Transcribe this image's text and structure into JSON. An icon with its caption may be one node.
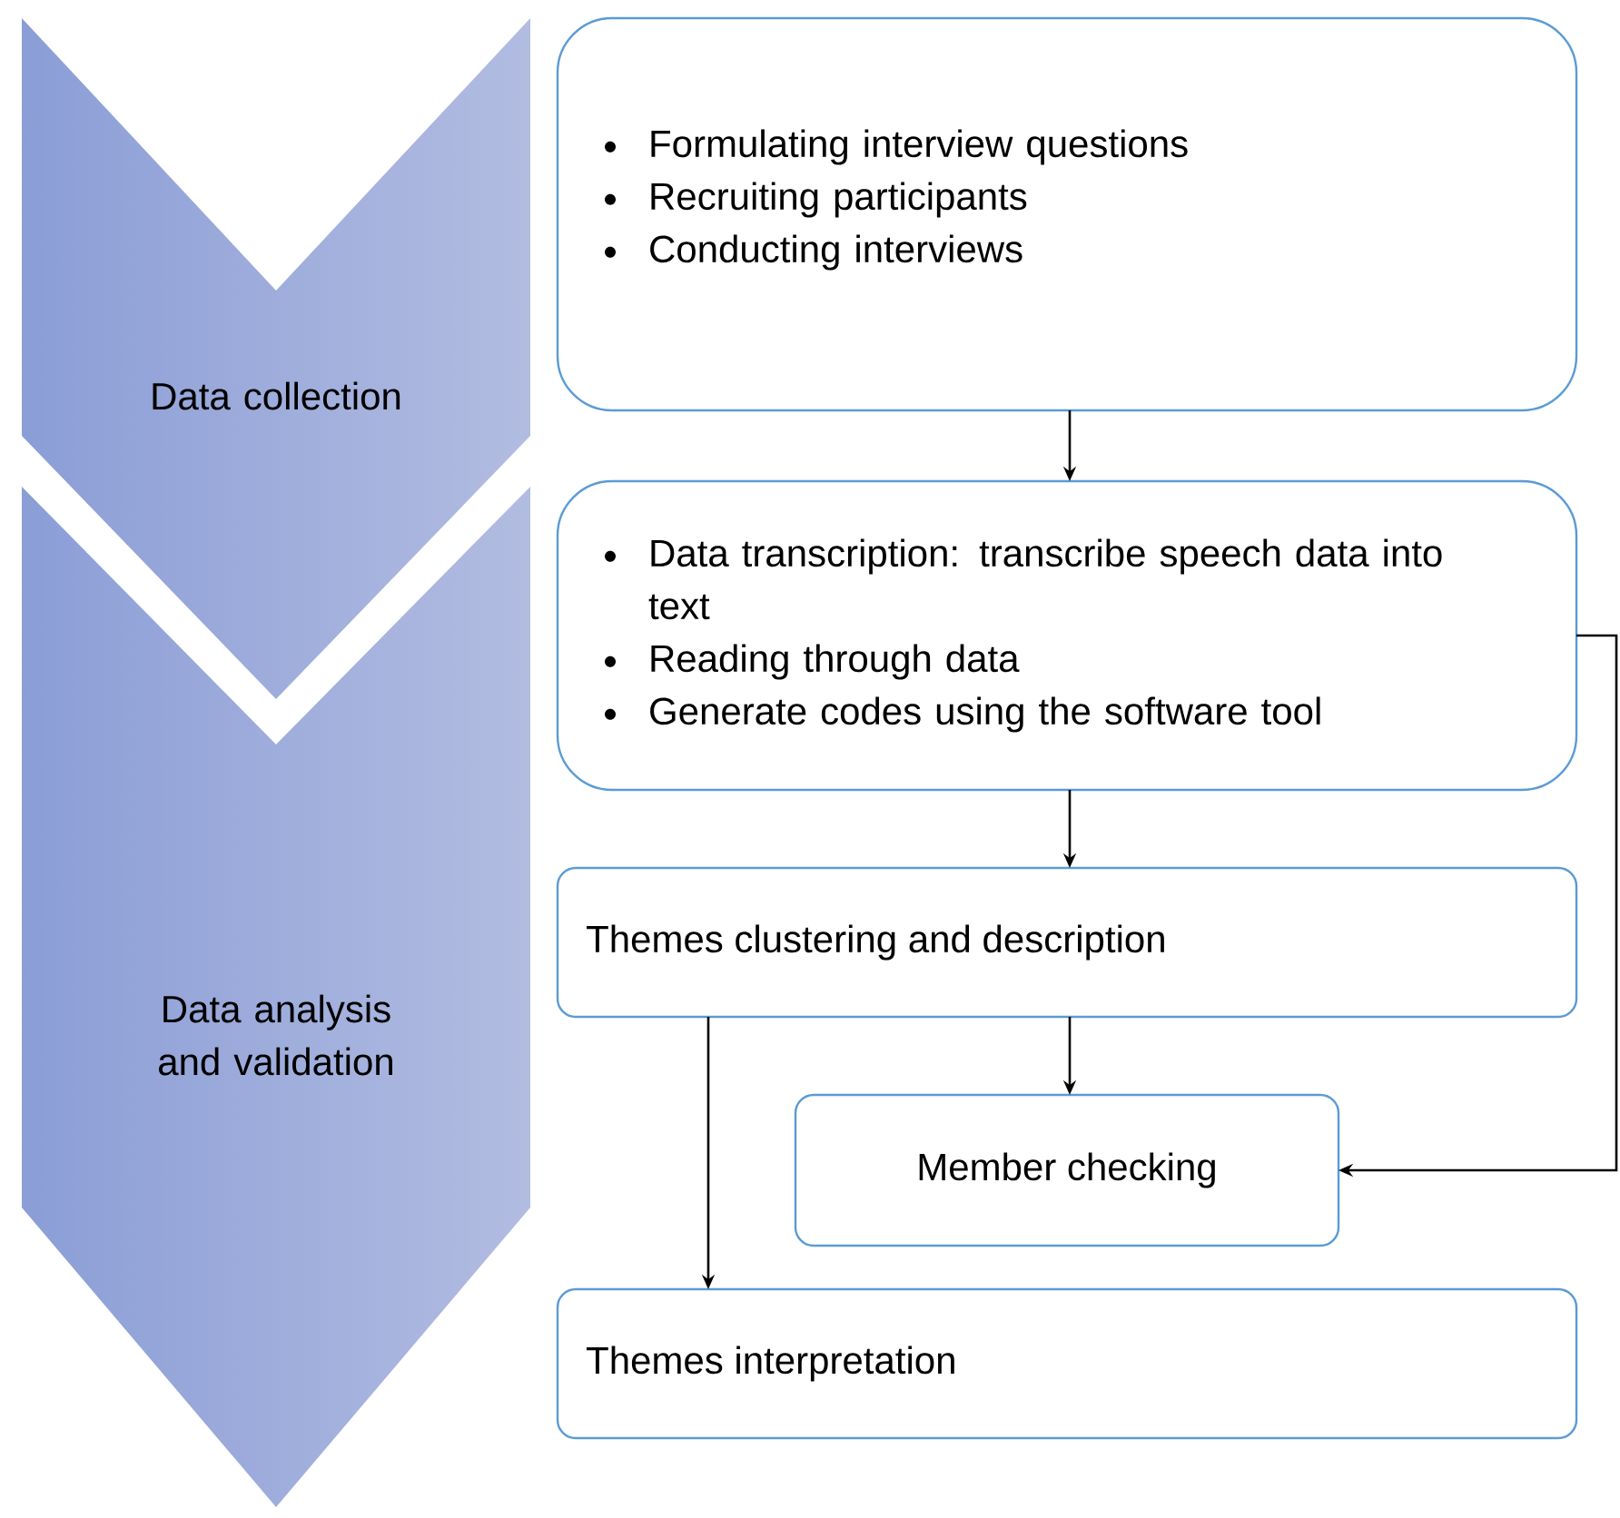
{
  "diagram": {
    "nodes": [
      {
        "text": [
          "Data collection"
        ]
      },
      {
        "text": [
          "Data analysis and validation"
        ]
      },
      {
        "text": [
          "Formulating interview questions",
          "Recruiting participants",
          "Conducting interviews"
        ]
      },
      {
        "text": [
          "Data transcription: transcribe speech data into text",
          "Reading through data",
          "Generate codes using the software tool"
        ]
      },
      {
        "text": [
          "Themes clustering and description"
        ]
      },
      {
        "text": [
          "Member checking"
        ]
      },
      {
        "text": [
          "Themes interpretation"
        ]
      }
    ],
    "edges": [
      {
        "from": 2,
        "to": 3,
        "arrow": "to"
      },
      {
        "from": 3,
        "to": 4,
        "arrow": "to"
      },
      {
        "from": 4,
        "to": 5,
        "arrow": "to"
      },
      {
        "from": 4,
        "to": 6,
        "arrow": "to"
      },
      {
        "from": 3,
        "to": 5,
        "arrow": "to"
      }
    ]
  }
}
